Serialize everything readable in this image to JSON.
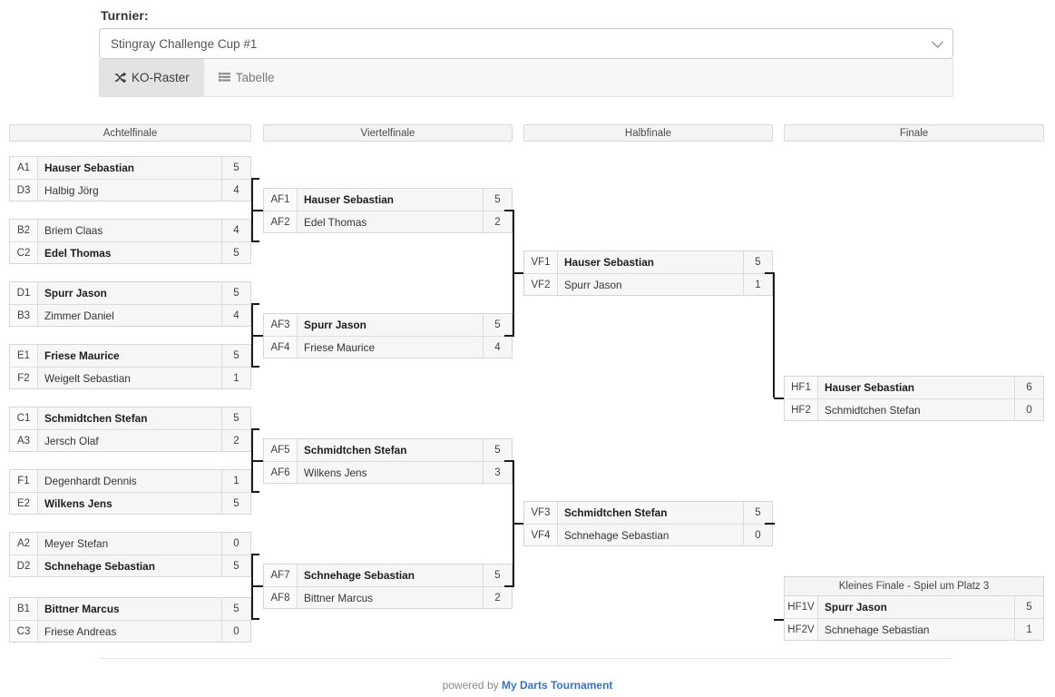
{
  "header": {
    "label": "Turnier:",
    "selected_tournament": "Stingray Challenge Cup #1",
    "caret_icon": "chevron-down-icon"
  },
  "tabs": [
    {
      "label": "KO-Raster",
      "icon": "shuffle-icon",
      "active": true
    },
    {
      "label": "Tabelle",
      "icon": "list-icon",
      "active": false
    }
  ],
  "rounds": [
    {
      "title": "Achtelfinale"
    },
    {
      "title": "Viertelfinale"
    },
    {
      "title": "Halbfinale"
    },
    {
      "title": "Finale"
    }
  ],
  "third_place": {
    "title": "Kleines Finale - Spiel um Platz 3"
  },
  "matches": {
    "r16": [
      {
        "top": {
          "seed": "A1",
          "name": "Hauser Sebastian",
          "score": "5",
          "winner": true
        },
        "bottom": {
          "seed": "D3",
          "name": "Halbig Jörg",
          "score": "4",
          "winner": false
        }
      },
      {
        "top": {
          "seed": "B2",
          "name": "Briem Claas",
          "score": "4",
          "winner": false
        },
        "bottom": {
          "seed": "C2",
          "name": "Edel Thomas",
          "score": "5",
          "winner": true
        }
      },
      {
        "top": {
          "seed": "D1",
          "name": "Spurr Jason",
          "score": "5",
          "winner": true
        },
        "bottom": {
          "seed": "B3",
          "name": "Zimmer Daniel",
          "score": "4",
          "winner": false
        }
      },
      {
        "top": {
          "seed": "E1",
          "name": "Friese Maurice",
          "score": "5",
          "winner": true
        },
        "bottom": {
          "seed": "F2",
          "name": "Weigelt Sebastian",
          "score": "1",
          "winner": false
        }
      },
      {
        "top": {
          "seed": "C1",
          "name": "Schmidtchen Stefan",
          "score": "5",
          "winner": true
        },
        "bottom": {
          "seed": "A3",
          "name": "Jersch Olaf",
          "score": "2",
          "winner": false
        }
      },
      {
        "top": {
          "seed": "F1",
          "name": "Degenhardt Dennis",
          "score": "1",
          "winner": false
        },
        "bottom": {
          "seed": "E2",
          "name": "Wilkens Jens",
          "score": "5",
          "winner": true
        }
      },
      {
        "top": {
          "seed": "A2",
          "name": "Meyer Stefan",
          "score": "0",
          "winner": false
        },
        "bottom": {
          "seed": "D2",
          "name": "Schnehage Sebastian",
          "score": "5",
          "winner": true
        }
      },
      {
        "top": {
          "seed": "B1",
          "name": "Bittner Marcus",
          "score": "5",
          "winner": true
        },
        "bottom": {
          "seed": "C3",
          "name": "Friese Andreas",
          "score": "0",
          "winner": false
        }
      }
    ],
    "qf": [
      {
        "top": {
          "seed": "AF1",
          "name": "Hauser Sebastian",
          "score": "5",
          "winner": true
        },
        "bottom": {
          "seed": "AF2",
          "name": "Edel Thomas",
          "score": "2",
          "winner": false
        }
      },
      {
        "top": {
          "seed": "AF3",
          "name": "Spurr Jason",
          "score": "5",
          "winner": true
        },
        "bottom": {
          "seed": "AF4",
          "name": "Friese Maurice",
          "score": "4",
          "winner": false
        }
      },
      {
        "top": {
          "seed": "AF5",
          "name": "Schmidtchen Stefan",
          "score": "5",
          "winner": true
        },
        "bottom": {
          "seed": "AF6",
          "name": "Wilkens Jens",
          "score": "3",
          "winner": false
        }
      },
      {
        "top": {
          "seed": "AF7",
          "name": "Schnehage Sebastian",
          "score": "5",
          "winner": true
        },
        "bottom": {
          "seed": "AF8",
          "name": "Bittner Marcus",
          "score": "2",
          "winner": false
        }
      }
    ],
    "sf": [
      {
        "top": {
          "seed": "VF1",
          "name": "Hauser Sebastian",
          "score": "5",
          "winner": true
        },
        "bottom": {
          "seed": "VF2",
          "name": "Spurr Jason",
          "score": "1",
          "winner": false
        }
      },
      {
        "top": {
          "seed": "VF3",
          "name": "Schmidtchen Stefan",
          "score": "5",
          "winner": true
        },
        "bottom": {
          "seed": "VF4",
          "name": "Schnehage Sebastian",
          "score": "0",
          "winner": false
        }
      }
    ],
    "final": [
      {
        "top": {
          "seed": "HF1",
          "name": "Hauser Sebastian",
          "score": "6",
          "winner": true
        },
        "bottom": {
          "seed": "HF2",
          "name": "Schmidtchen Stefan",
          "score": "0",
          "winner": false
        }
      }
    ],
    "third": [
      {
        "top": {
          "seed": "HF1V",
          "name": "Spurr Jason",
          "score": "5",
          "winner": true
        },
        "bottom": {
          "seed": "HF2V",
          "name": "Schnehage Sebastian",
          "score": "1",
          "winner": false
        }
      }
    ]
  },
  "footer": {
    "prefix": "powered by ",
    "brand": "My Darts Tournament"
  },
  "colors": {
    "accent": "#3c72b9",
    "header_bg": "#f4f4f4",
    "active_tab_bg": "#e3e3e3",
    "border": "#d6d6d6"
  }
}
